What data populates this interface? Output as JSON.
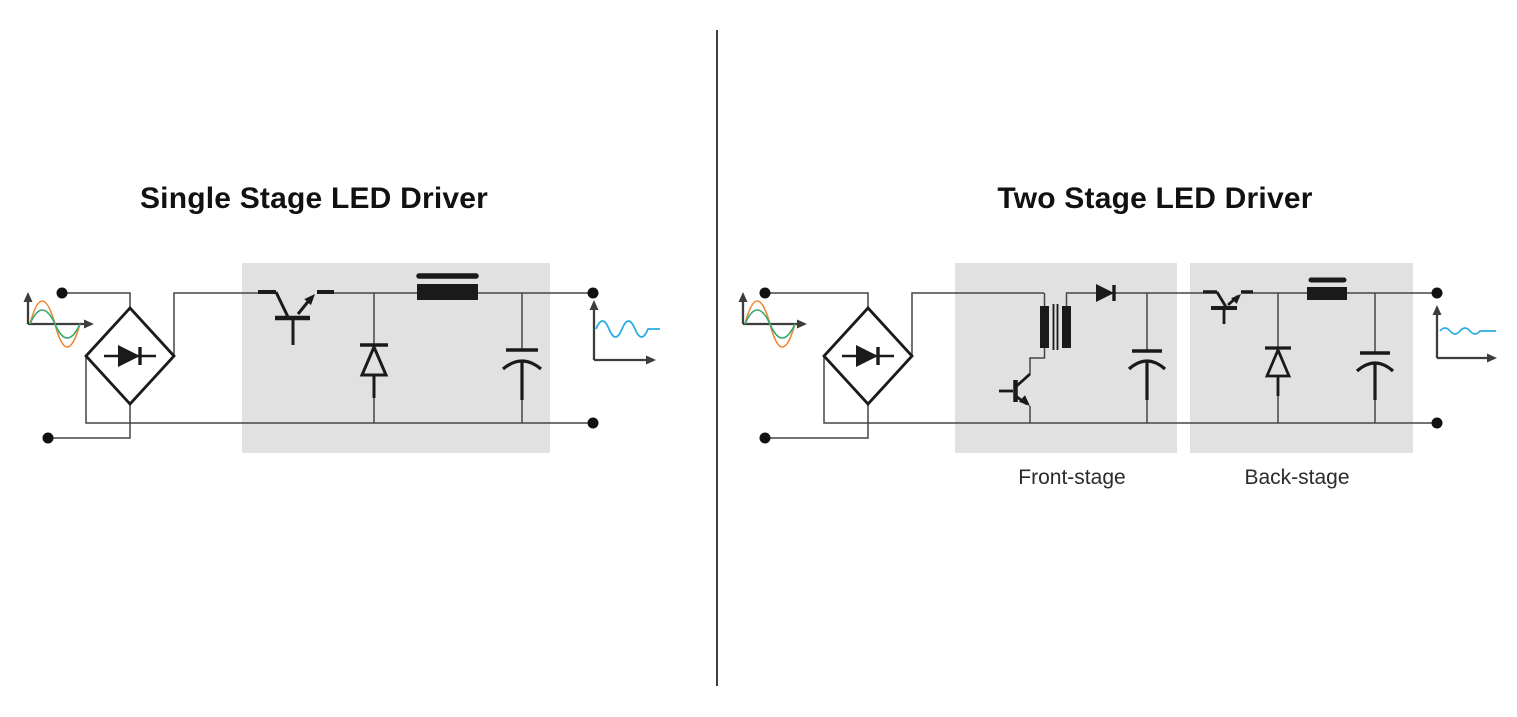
{
  "colors": {
    "background": "#ffffff",
    "divider": "#3f3f3f",
    "title_text": "#111111",
    "label_text": "#2b2b2b",
    "wire": "#454545",
    "component": "#1a1a1a",
    "stage_box": "#e1e1e1",
    "axis": "#3d3d3d",
    "wave_orange": "#ed8733",
    "wave_green": "#33ac70",
    "wave_blue": "#29abe2",
    "terminal": "#111111"
  },
  "left_panel": {
    "title": "Single Stage LED Driver",
    "icons": [
      "ac-input-waveform-icon",
      "bridge-rectifier-icon",
      "transistor-icon",
      "freewheel-diode-icon",
      "inductor-icon",
      "capacitor-icon",
      "large-ripple-output-waveform-icon"
    ]
  },
  "right_panel": {
    "title": "Two Stage LED Driver",
    "stage_labels": [
      "Front-stage",
      "Back-stage"
    ],
    "icons": [
      "ac-input-waveform-icon",
      "bridge-rectifier-icon",
      "transformer-icon",
      "transistor-icon",
      "rectifier-diode-icon",
      "bulk-capacitor-icon",
      "freewheel-diode-icon",
      "inductor-icon",
      "capacitor-icon",
      "small-ripple-output-waveform-icon"
    ]
  }
}
